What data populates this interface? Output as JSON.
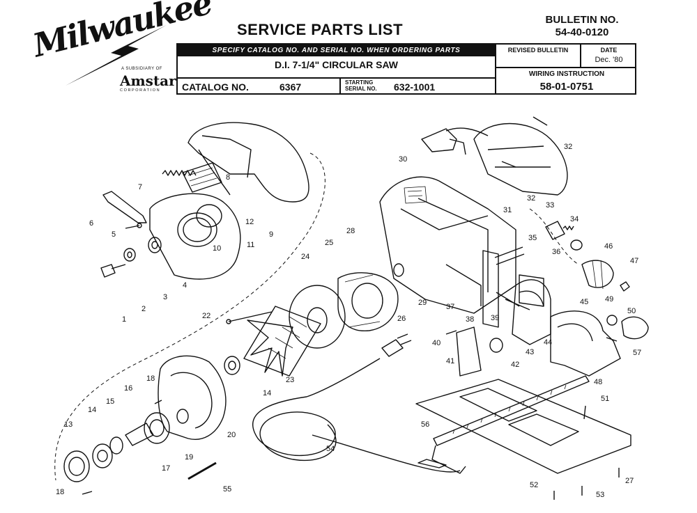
{
  "header": {
    "brand": "Milwaukee",
    "subsidiary_line": "A SUBSIDIARY OF",
    "parent": "Amstar",
    "corporation": "CORPORATION",
    "title": "SERVICE PARTS LIST",
    "bulletin_label": "BULLETIN NO.",
    "bulletin_no": "54-40-0120"
  },
  "info_table": {
    "instruction": "SPECIFY CATALOG NO. AND SERIAL NO. WHEN ORDERING PARTS",
    "product": "D.I. 7-1/4\" CIRCULAR SAW",
    "catalog_label": "CATALOG NO.",
    "catalog_no": "6367",
    "serial_label_1": "STARTING",
    "serial_label_2": "SERIAL NO.",
    "serial_no": "632-1001",
    "revised_label": "REVISED BULLETIN",
    "date_label": "DATE",
    "date_value": "Dec. '80",
    "wiring_label": "WIRING INSTRUCTION",
    "wiring_no": "58-01-0751"
  },
  "parts": [
    {
      "id": "p1",
      "label": "1"
    },
    {
      "id": "p2",
      "label": "2"
    },
    {
      "id": "p3",
      "label": "3"
    },
    {
      "id": "p4",
      "label": "4"
    },
    {
      "id": "p5",
      "label": "5"
    },
    {
      "id": "p6",
      "label": "6"
    },
    {
      "id": "p7",
      "label": "7"
    },
    {
      "id": "p8",
      "label": "8"
    },
    {
      "id": "p9",
      "label": "9"
    },
    {
      "id": "p10",
      "label": "10"
    },
    {
      "id": "p11",
      "label": "11"
    },
    {
      "id": "p12",
      "label": "12"
    },
    {
      "id": "p13",
      "label": "13"
    },
    {
      "id": "p14a",
      "label": "14"
    },
    {
      "id": "p14b",
      "label": "14"
    },
    {
      "id": "p15",
      "label": "15"
    },
    {
      "id": "p16",
      "label": "16"
    },
    {
      "id": "p17",
      "label": "17"
    },
    {
      "id": "p18a",
      "label": "18"
    },
    {
      "id": "p18b",
      "label": "18"
    },
    {
      "id": "p19",
      "label": "19"
    },
    {
      "id": "p20",
      "label": "20"
    },
    {
      "id": "p22",
      "label": "22"
    },
    {
      "id": "p23",
      "label": "23"
    },
    {
      "id": "p24",
      "label": "24"
    },
    {
      "id": "p25",
      "label": "25"
    },
    {
      "id": "p26",
      "label": "26"
    },
    {
      "id": "p27",
      "label": "27"
    },
    {
      "id": "p28",
      "label": "28"
    },
    {
      "id": "p29",
      "label": "29"
    },
    {
      "id": "p30",
      "label": "30"
    },
    {
      "id": "p31",
      "label": "31"
    },
    {
      "id": "p32a",
      "label": "32"
    },
    {
      "id": "p32b",
      "label": "32"
    },
    {
      "id": "p33",
      "label": "33"
    },
    {
      "id": "p34",
      "label": "34"
    },
    {
      "id": "p35",
      "label": "35"
    },
    {
      "id": "p36",
      "label": "36"
    },
    {
      "id": "p37",
      "label": "37"
    },
    {
      "id": "p38",
      "label": "38"
    },
    {
      "id": "p39",
      "label": "39"
    },
    {
      "id": "p40",
      "label": "40"
    },
    {
      "id": "p41",
      "label": "41"
    },
    {
      "id": "p42",
      "label": "42"
    },
    {
      "id": "p43",
      "label": "43"
    },
    {
      "id": "p44",
      "label": "44"
    },
    {
      "id": "p45",
      "label": "45"
    },
    {
      "id": "p46",
      "label": "46"
    },
    {
      "id": "p47",
      "label": "47"
    },
    {
      "id": "p48",
      "label": "48"
    },
    {
      "id": "p49",
      "label": "49"
    },
    {
      "id": "p50",
      "label": "50"
    },
    {
      "id": "p51",
      "label": "51"
    },
    {
      "id": "p52",
      "label": "52"
    },
    {
      "id": "p53",
      "label": "53"
    },
    {
      "id": "p54",
      "label": "54"
    },
    {
      "id": "p55",
      "label": "55"
    },
    {
      "id": "p56",
      "label": "56"
    },
    {
      "id": "p57",
      "label": "57"
    }
  ]
}
